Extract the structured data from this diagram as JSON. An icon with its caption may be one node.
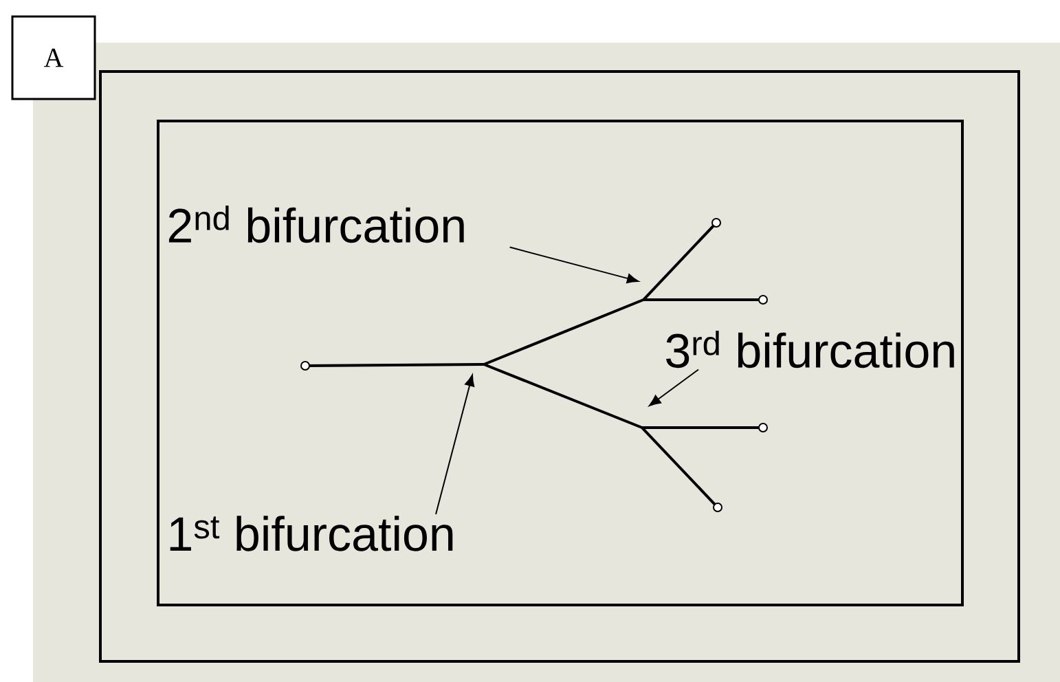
{
  "diagram": {
    "nodes": [
      {
        "text": [
          "A"
        ]
      },
      {
        "text": [
          "2$^{nd}$ bifurcation"
        ]
      },
      {
        "text": [
          "3$^{rd}$ bifurcation"
        ]
      },
      {
        "text": [
          "1$^{st}$ bifurcation"
        ]
      }
    ],
    "edges": [
      {
        "from": 1,
        "to": null,
        "arrow": "to"
      },
      {
        "from": 2,
        "to": null,
        "arrow": "to"
      },
      {
        "from": 3,
        "to": null,
        "arrow": "to"
      }
    ]
  }
}
